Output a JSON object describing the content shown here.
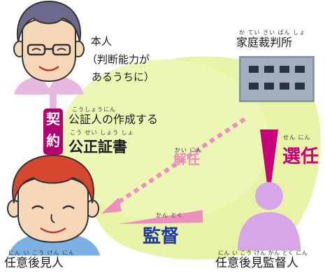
{
  "principal": {
    "name": "本人",
    "note_line1": "（判断能力が",
    "note_line2": "あるうちに）"
  },
  "family_court": {
    "reading": "か てい さい ばん しょ",
    "label": "家庭裁判所"
  },
  "contract_label": "契約",
  "notary_deed": {
    "reading_line1": "こうしょうにん",
    "line1": "公証人の作成する",
    "reading_line2": "こう せい しょう しょ",
    "line2": "公正証書"
  },
  "dismissal": {
    "reading": "かい にん",
    "label": "解任"
  },
  "appointment": {
    "reading": "せん にん",
    "label": "選任"
  },
  "supervision": {
    "reading": "かん とく",
    "label": "監督"
  },
  "guardian": {
    "reading": "にん い こう けん にん",
    "label": "任意後見人"
  },
  "supervisor": {
    "reading": "にん い こう けん かん とく にん",
    "label": "任意後見監督人"
  },
  "colors": {
    "background_blob": "#e9f3a8",
    "contract_badge": "#b4006e",
    "dismissal": "#ec8fbd",
    "appointment": "#c8007a",
    "supervision_text": "#1e3aa0",
    "supervisor_figure": "#d7a6e6",
    "court_building": "#8a97a8"
  }
}
